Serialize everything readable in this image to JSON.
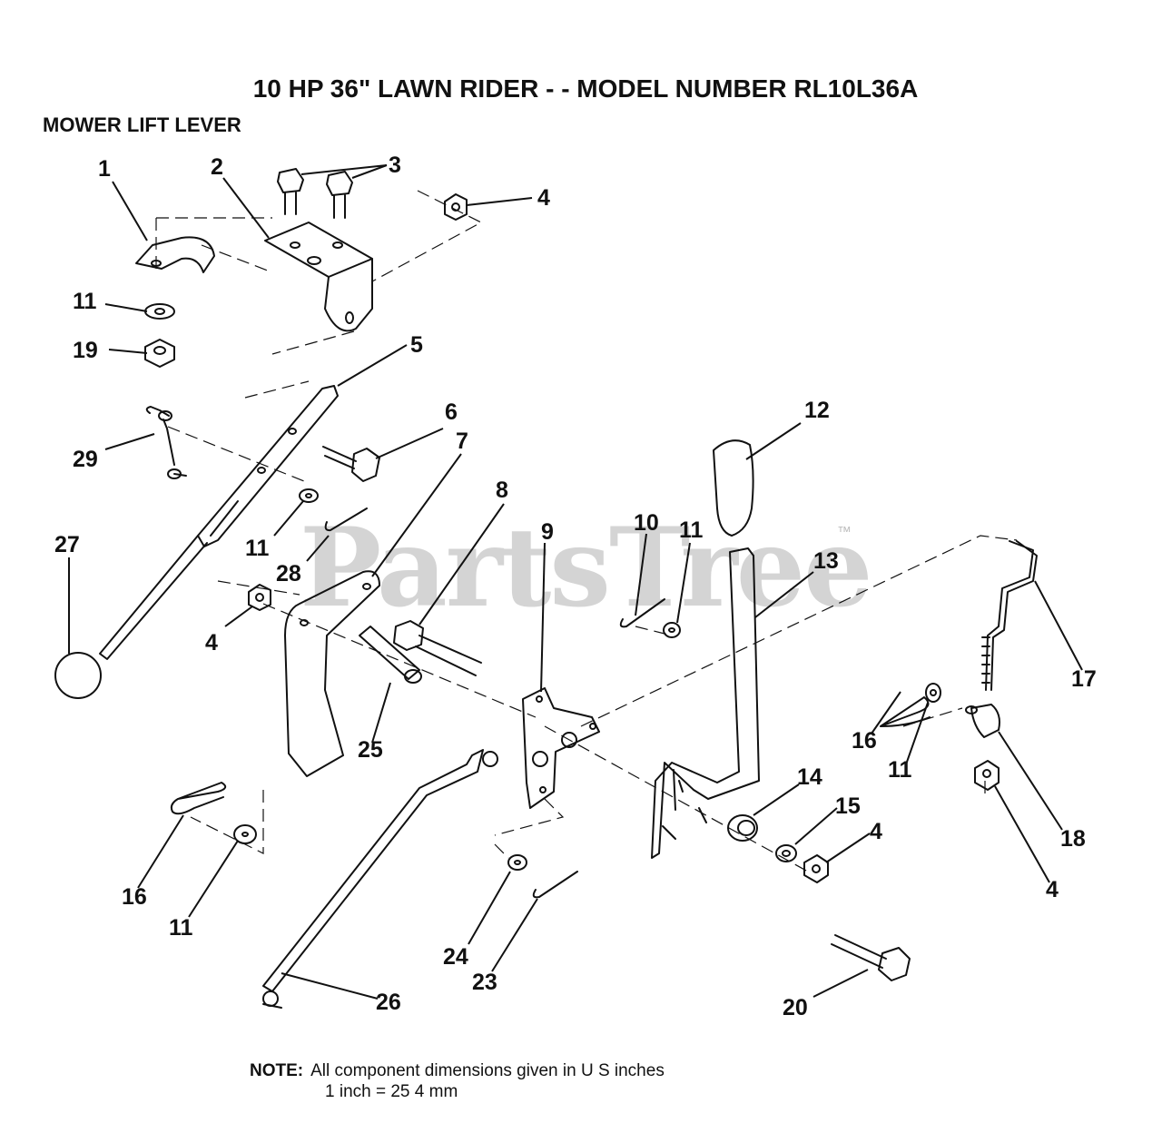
{
  "header": {
    "title": "10 HP 36\" LAWN RIDER - - MODEL NUMBER RL10L36A",
    "section": "MOWER LIFT LEVER"
  },
  "watermark": {
    "text": "PartsTree",
    "tm": "™"
  },
  "callouts": {
    "c1": "1",
    "c2": "2",
    "c3": "3",
    "c4a": "4",
    "c4b": "4",
    "c4c": "4",
    "c4d": "4",
    "c5": "5",
    "c6": "6",
    "c7": "7",
    "c8": "8",
    "c9": "9",
    "c10": "10",
    "c11a": "11",
    "c11b": "11",
    "c11c": "11",
    "c11d": "11",
    "c11e": "11",
    "c12": "12",
    "c13": "13",
    "c14": "14",
    "c15": "15",
    "c16a": "16",
    "c16b": "16",
    "c17": "17",
    "c18": "18",
    "c19": "19",
    "c20": "20",
    "c23": "23",
    "c24": "24",
    "c25": "25",
    "c26": "26",
    "c27": "27",
    "c28": "28",
    "c29": "29"
  },
  "note": {
    "label": "NOTE:",
    "line1": "All component dimensions given in U S  inches",
    "line2": "1 inch = 25 4 mm"
  }
}
